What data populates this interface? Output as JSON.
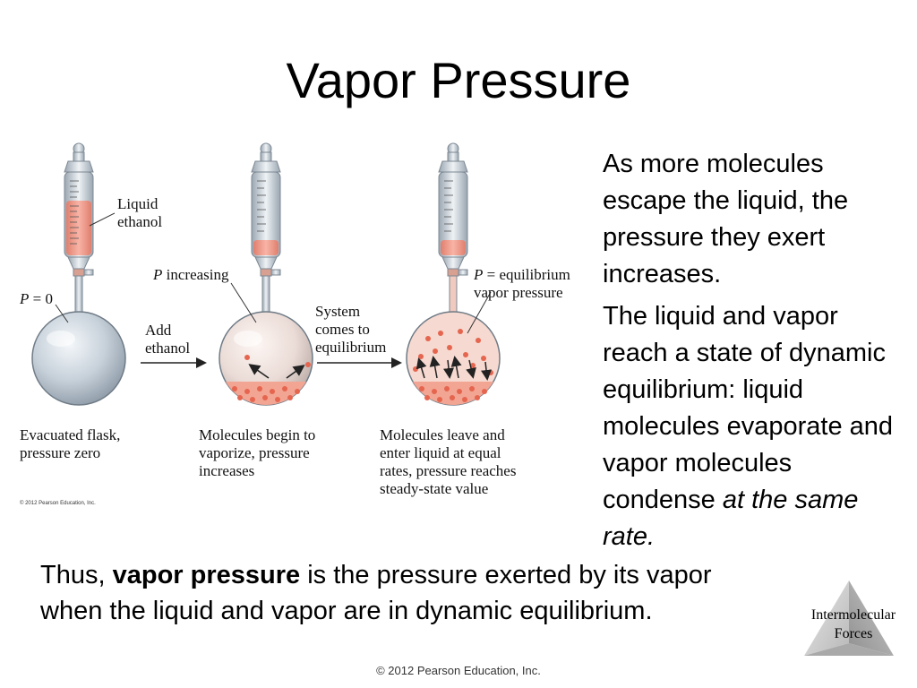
{
  "title": "Vapor Pressure",
  "figure": {
    "label_liquid_ethanol": "Liquid\nethanol",
    "label_p0_var": "P",
    "label_p0_rest": " = 0",
    "label_add_ethanol": "Add\nethanol",
    "label_p_increasing_var": "P",
    "label_p_increasing_rest": " increasing",
    "label_system_equilibrium": "System\ncomes to\nequilibrium",
    "label_p_equil_var": "P",
    "label_p_equil_rest": " = equilibrium\nvapor pressure",
    "caption_1": "Evacuated flask,\npressure zero",
    "caption_2": "Molecules begin to\nvaporize, pressure\nincreases",
    "caption_3": "Molecules leave and\nenter liquid at equal\nrates, pressure reaches\nsteady-state value",
    "copyright_small": "© 2012 Pearson Education, Inc.",
    "liquid_color": "#f2a090",
    "flask_color": "#c9d3dc"
  },
  "right_text": {
    "para1": "As more molecules escape the liquid, the pressure they exert increases.",
    "para2_main": "The liquid and vapor reach a state of dynamic equilibrium: liquid molecules evaporate and vapor molecules condense ",
    "para2_em": "at the same rate."
  },
  "bottom_text": {
    "prefix": "Thus, ",
    "bold": "vapor pressure",
    "suffix": " is the pressure exerted by its vapor when the liquid and vapor are in dynamic equilibrium."
  },
  "footer": "© 2012 Pearson Education, Inc.",
  "logo": {
    "text": "Intermolecular\nForces"
  }
}
